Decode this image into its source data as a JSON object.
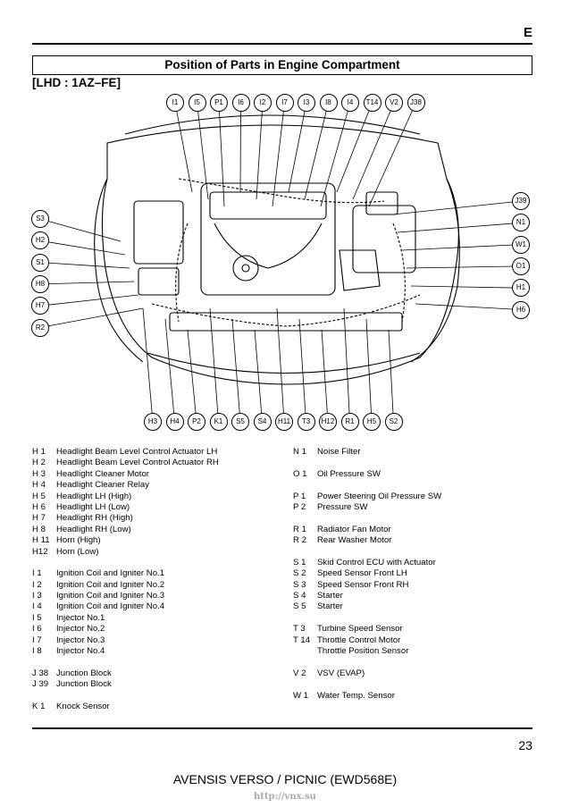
{
  "header": {
    "section_letter": "E",
    "title": "Position of Parts in Engine Compartment",
    "subtitle": "[LHD : 1AZ–FE]"
  },
  "top_tags": [
    "I1",
    "I5",
    "P1",
    "I6",
    "I2",
    "I7",
    "I3",
    "I8",
    "I4",
    "T14",
    "V2",
    "J38"
  ],
  "left_tags": [
    "S3",
    "H2",
    "S1",
    "H8",
    "H7",
    "R2"
  ],
  "right_tags": [
    "J39",
    "N1",
    "W1",
    "O1",
    "H1",
    "H6"
  ],
  "bottom_tags": [
    "H3",
    "H4",
    "P2",
    "K1",
    "S5",
    "S4",
    "H11",
    "T3",
    "H12",
    "R1",
    "H5",
    "S2"
  ],
  "legend_left": [
    {
      "code": "H  1",
      "name": "Headlight Beam Level Control Actuator LH"
    },
    {
      "code": "H  2",
      "name": "Headlight Beam Level Control Actuator RH"
    },
    {
      "code": "H  3",
      "name": "Headlight Cleaner Motor"
    },
    {
      "code": "H  4",
      "name": "Headlight Cleaner Relay"
    },
    {
      "code": "H  5",
      "name": "Headlight LH (High)"
    },
    {
      "code": "H  6",
      "name": "Headlight LH (Low)"
    },
    {
      "code": "H  7",
      "name": "Headlight RH (High)"
    },
    {
      "code": "H  8",
      "name": "Headlight RH (Low)"
    },
    {
      "code": "H 11",
      "name": "Horn (High)"
    },
    {
      "code": "H12",
      "name": "Horn (Low)"
    },
    {
      "code": "I   1",
      "name": "Ignition Coil and Igniter No.1",
      "gap": true
    },
    {
      "code": "I   2",
      "name": "Ignition Coil and Igniter No.2"
    },
    {
      "code": "I   3",
      "name": "Ignition Coil and Igniter No.3"
    },
    {
      "code": "I   4",
      "name": "Ignition Coil and Igniter No.4"
    },
    {
      "code": "I   5",
      "name": "Injector No.1"
    },
    {
      "code": "I   6",
      "name": "Injector No.2"
    },
    {
      "code": "I   7",
      "name": "Injector No.3"
    },
    {
      "code": "I   8",
      "name": "Injector No.4"
    },
    {
      "code": "J 38",
      "name": "Junction Block",
      "gap": true
    },
    {
      "code": "J 39",
      "name": "Junction Block"
    },
    {
      "code": "K  1",
      "name": "Knock Sensor",
      "gap": true
    }
  ],
  "legend_right": [
    {
      "code": "N  1",
      "name": "Noise Filter"
    },
    {
      "code": "O  1",
      "name": "Oil Pressure SW",
      "gap": true
    },
    {
      "code": "P  1",
      "name": "Power Steering Oil Pressure SW",
      "gap": true
    },
    {
      "code": "P  2",
      "name": "Pressure SW"
    },
    {
      "code": "R  1",
      "name": "Radiator Fan Motor",
      "gap": true
    },
    {
      "code": "R  2",
      "name": "Rear Washer Motor"
    },
    {
      "code": "S  1",
      "name": "Skid Control ECU with Actuator",
      "gap": true
    },
    {
      "code": "S  2",
      "name": "Speed Sensor Front LH"
    },
    {
      "code": "S  3",
      "name": "Speed Sensor Front RH"
    },
    {
      "code": "S  4",
      "name": "Starter"
    },
    {
      "code": "S  5",
      "name": "Starter"
    },
    {
      "code": "T  3",
      "name": "Turbine Speed Sensor",
      "gap": true
    },
    {
      "code": "T 14",
      "name": "Throttle Control Motor"
    },
    {
      "code": "",
      "name": "Throttle Position Sensor"
    },
    {
      "code": "V  2",
      "name": "VSV (EVAP)",
      "gap": true
    },
    {
      "code": "W  1",
      "name": "Water Temp. Sensor",
      "gap": true
    }
  ],
  "page_number": "23",
  "footer": "AVENSIS VERSO / PICNIC (EWD568E)",
  "url": "http://vnx.su"
}
